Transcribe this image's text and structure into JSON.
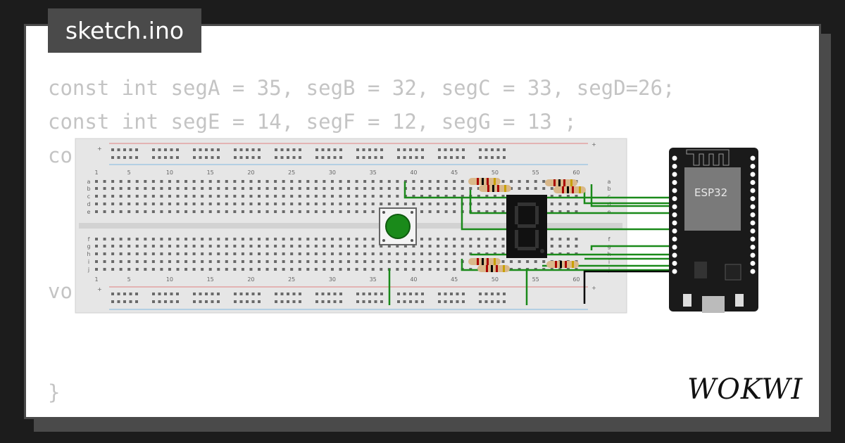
{
  "file_tab": {
    "label": "sketch.ino"
  },
  "code": {
    "lines": [
      "const int segA = 35, segB = 32, segC = 33, segD=26;",
      "const int segE = 14, segF = 12, segG = 13 ;",
      "co",
      "vo",
      "}"
    ]
  },
  "circuit": {
    "board_label": "ESP32",
    "breadboard_columns": [
      "1",
      "5",
      "10",
      "15",
      "20",
      "25",
      "30",
      "35",
      "40",
      "45",
      "50",
      "55",
      "60"
    ],
    "breadboard_rows_top": [
      "a",
      "b",
      "c",
      "d",
      "e"
    ],
    "breadboard_rows_bottom": [
      "f",
      "g",
      "h",
      "i",
      "j"
    ],
    "rail_plus": "+"
  },
  "brand": {
    "logo_text": "WOKWI"
  },
  "colors": {
    "wire": "#1a8a1a",
    "background": "#1c1c1c",
    "frame": "#4a4a4a",
    "code_text": "#c4c4c4"
  }
}
